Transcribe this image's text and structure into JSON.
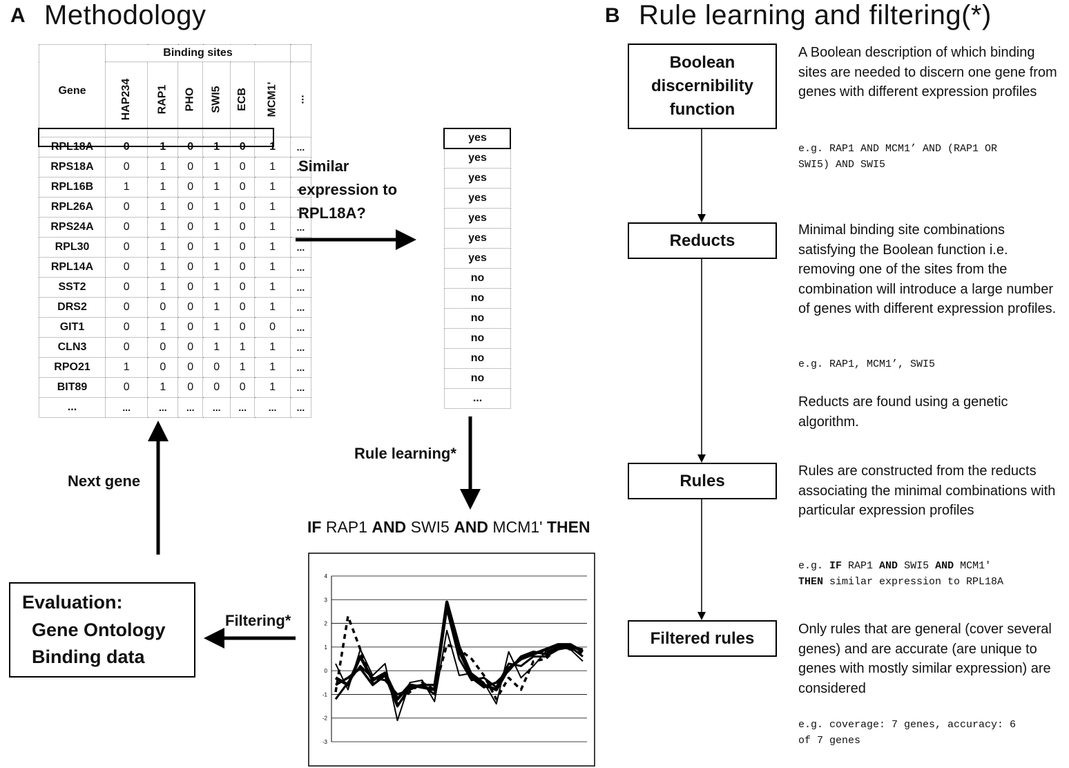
{
  "panel_a": {
    "letter": "A",
    "title": "Methodology",
    "table": {
      "gene_header": "Gene",
      "group_header": "Binding sites",
      "columns": [
        "HAP234",
        "RAP1",
        "PHO",
        "SWI5",
        "ECB",
        "MCM1'",
        "..."
      ],
      "rows": [
        {
          "gene": "RPL18A",
          "values": [
            "0",
            "1",
            "0",
            "1",
            "0",
            "1",
            "..."
          ]
        },
        {
          "gene": "RPS18A",
          "values": [
            "0",
            "1",
            "0",
            "1",
            "0",
            "1",
            "..."
          ]
        },
        {
          "gene": "RPL16B",
          "values": [
            "1",
            "1",
            "0",
            "1",
            "0",
            "1",
            "..."
          ]
        },
        {
          "gene": "RPL26A",
          "values": [
            "0",
            "1",
            "0",
            "1",
            "0",
            "1",
            "..."
          ]
        },
        {
          "gene": "RPS24A",
          "values": [
            "0",
            "1",
            "0",
            "1",
            "0",
            "1",
            "..."
          ]
        },
        {
          "gene": "RPL30",
          "values": [
            "0",
            "1",
            "0",
            "1",
            "0",
            "1",
            "..."
          ]
        },
        {
          "gene": "RPL14A",
          "values": [
            "0",
            "1",
            "0",
            "1",
            "0",
            "1",
            "..."
          ]
        },
        {
          "gene": "SST2",
          "values": [
            "0",
            "1",
            "0",
            "1",
            "0",
            "1",
            "..."
          ]
        },
        {
          "gene": "DRS2",
          "values": [
            "0",
            "0",
            "0",
            "1",
            "0",
            "1",
            "..."
          ]
        },
        {
          "gene": "GIT1",
          "values": [
            "0",
            "1",
            "0",
            "1",
            "0",
            "0",
            "..."
          ]
        },
        {
          "gene": "CLN3",
          "values": [
            "0",
            "0",
            "0",
            "1",
            "1",
            "1",
            "..."
          ]
        },
        {
          "gene": "RPO21",
          "values": [
            "1",
            "0",
            "0",
            "0",
            "1",
            "1",
            "..."
          ]
        },
        {
          "gene": "BIT89",
          "values": [
            "0",
            "1",
            "0",
            "0",
            "0",
            "1",
            "..."
          ]
        },
        {
          "gene": "...",
          "values": [
            "...",
            "...",
            "...",
            "...",
            "...",
            "...",
            "..."
          ]
        }
      ]
    },
    "similar_question_lines": [
      "Similar",
      "expression to",
      "RPL18A?"
    ],
    "expression_similarity": [
      "yes",
      "yes",
      "yes",
      "yes",
      "yes",
      "yes",
      "yes",
      "no",
      "no",
      "no",
      "no",
      "no",
      "no",
      "..."
    ],
    "rule_learning_label": "Rule learning*",
    "rule_text": {
      "kw_if": "IF",
      "s1": "RAP1",
      "kw_and1": "AND",
      "s2": "SWI5",
      "kw_and2": "AND",
      "s3": "MCM1'",
      "kw_then": "THEN"
    },
    "next_gene_label": "Next gene",
    "filtering_label": "Filtering*",
    "evaluation": {
      "line1": "Evaluation:",
      "line2": "Gene Ontology",
      "line3": "Binding data"
    }
  },
  "panel_b": {
    "letter": "B",
    "title": "Rule learning and filtering(*)",
    "steps": [
      {
        "lines": [
          "Boolean",
          "discernibility",
          "function"
        ]
      },
      {
        "lines": [
          "Reducts"
        ]
      },
      {
        "lines": [
          "Rules"
        ]
      },
      {
        "lines": [
          "Filtered rules"
        ]
      }
    ],
    "desc_boolean": "A Boolean description of which binding sites are needed to discern one gene from genes with different expression profiles",
    "eg_boolean_lines": [
      "e.g. RAP1 AND MCM1’ AND (RAP1 OR",
      "SWI5) AND SWI5"
    ],
    "desc_reducts": "Minimal binding site combinations satisfying the Boolean function i.e. removing one of the sites from the combination will introduce a large number of genes with different expression profiles.",
    "eg_reducts": "e.g. RAP1, MCM1’, SWI5",
    "desc_reducts_ga": "Reducts are found using a genetic algorithm.",
    "desc_rules": "Rules are constructed from the reducts associating the minimal combinations with particular expression profiles",
    "eg_rules": {
      "prefix": "e.g. ",
      "kw_if": "IF",
      "s1": " RAP1 ",
      "kw_and1": "AND",
      "s2": " SWI5 ",
      "kw_and2": "AND",
      "s3": " MCM1'",
      "kw_then": "THEN",
      "tail": " similar expression to RPL18A"
    },
    "desc_filtered": "Only rules that are general (cover several genes) and are accurate (are unique to genes with mostly similar expression) are considered",
    "eg_filtered_lines": [
      "e.g. coverage: 7 genes, accuracy: 6",
      "of 7 genes"
    ]
  },
  "chart_data": {
    "type": "line",
    "title": "",
    "xlabel": "",
    "ylabel": "",
    "ylim": [
      -3,
      4
    ],
    "yticks": [
      "4",
      "3",
      "2",
      "1",
      "0",
      "-1",
      "-2",
      "-3"
    ],
    "x": [
      1,
      2,
      3,
      4,
      5,
      6,
      7,
      8,
      9,
      10,
      11,
      12,
      13,
      14,
      15,
      16,
      17,
      18,
      19,
      20,
      21
    ],
    "series": [
      {
        "values": [
          -0.3,
          -0.6,
          0.6,
          -0.4,
          -0.1,
          -1.2,
          -0.6,
          -0.7,
          -0.8,
          2.9,
          1.0,
          -0.2,
          -0.6,
          -0.8,
          0.1,
          0.5,
          0.7,
          0.9,
          1.1,
          1.1,
          0.8
        ]
      },
      {
        "values": [
          -1.2,
          -0.5,
          0.2,
          -0.3,
          -0.4,
          -1.0,
          -0.8,
          -0.6,
          -1.0,
          2.6,
          0.5,
          -0.4,
          -0.3,
          -0.7,
          0.3,
          0.2,
          0.6,
          0.6,
          0.9,
          1.0,
          0.6
        ]
      },
      {
        "values": [
          0.3,
          -0.8,
          0.9,
          -0.2,
          0.3,
          -2.1,
          -0.5,
          -0.4,
          -1.3,
          1.7,
          -0.2,
          -0.1,
          -0.5,
          -1.4,
          0.8,
          -0.3,
          0.2,
          0.8,
          1.0,
          0.9,
          0.4
        ]
      },
      {
        "values": [
          -0.6,
          -0.3,
          0.1,
          -0.6,
          -0.2,
          -1.5,
          -0.7,
          -0.6,
          -0.6,
          2.8,
          0.8,
          -0.3,
          -0.7,
          -0.5,
          0.0,
          0.6,
          0.8,
          0.7,
          1.0,
          1.0,
          0.9
        ]
      },
      {
        "dashed": true,
        "values": [
          -0.9,
          2.3,
          0.9,
          -0.5,
          -0.2,
          -1.4,
          -0.9,
          -0.5,
          -0.8,
          1.1,
          0.9,
          0.5,
          -0.2,
          -1.2,
          -0.3,
          -0.8,
          0.4,
          0.5,
          1.0,
          0.9,
          0.7
        ]
      }
    ]
  }
}
